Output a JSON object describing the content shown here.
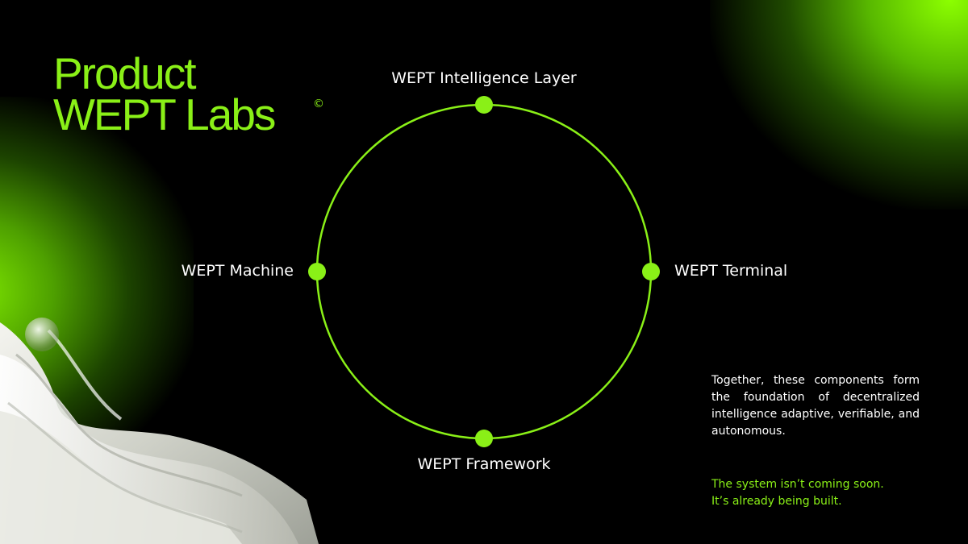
{
  "title": {
    "line1": "Product",
    "line2": "WEPT Labs",
    "mark": "©"
  },
  "diagram": {
    "nodes": [
      {
        "id": "top",
        "label": "WEPT Intelligence Layer"
      },
      {
        "id": "right",
        "label": "WEPT Terminal"
      },
      {
        "id": "bottom",
        "label": "WEPT Framework"
      },
      {
        "id": "left",
        "label": "WEPT Machine"
      }
    ],
    "accent_color": "#8af017"
  },
  "description": "Together, these components form the foundation of decentralized intelligence adaptive, verifiable, and autonomous.",
  "tagline": {
    "line1": "The system isn’t coming soon.",
    "line2": "It’s already being built."
  },
  "colors": {
    "background": "#000000",
    "accent": "#8af017",
    "text": "#ffffff"
  }
}
